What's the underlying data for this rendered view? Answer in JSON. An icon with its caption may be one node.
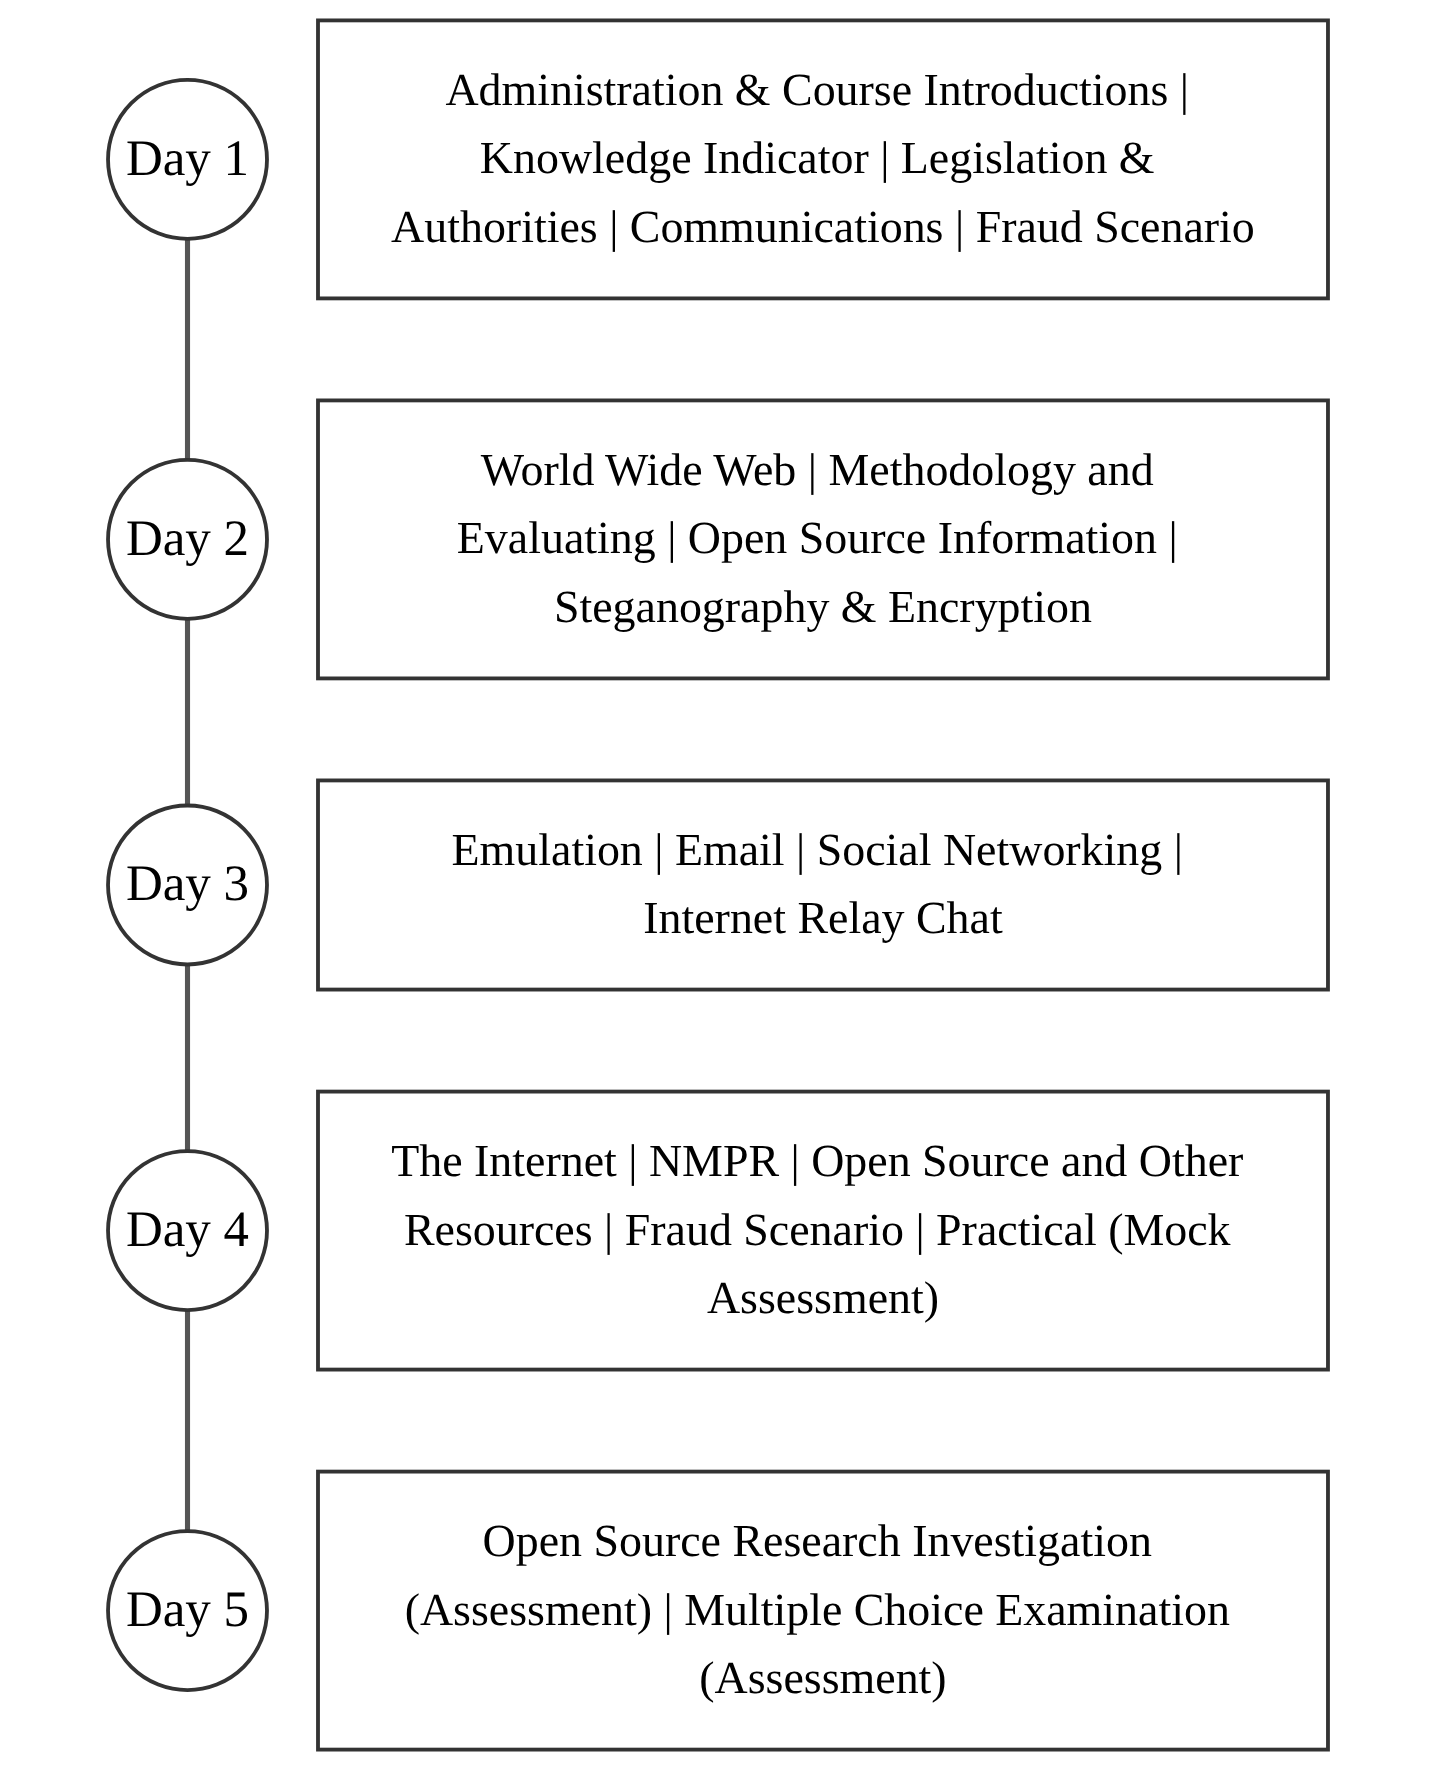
{
  "diagram": {
    "nodes": [
      {
        "text": [
          "Day 1"
        ]
      },
      {
        "text": [
          "Administration & Course Introductions | Knowledge Indicator | Legislation & Authorities | Communications | Fraud Scenario"
        ]
      },
      {
        "text": [
          "Day 2"
        ]
      },
      {
        "text": [
          "World Wide Web | Methodology and Evaluating | Open Source Information | Steganography & Encryption"
        ]
      },
      {
        "text": [
          "Day 3"
        ]
      },
      {
        "text": [
          "Emulation | Email | Social Networking | Internet Relay Chat"
        ]
      },
      {
        "text": [
          "Day 4"
        ]
      },
      {
        "text": [
          "The Internet | NMPR | Open Source and Other Resources | Fraud Scenario | Practical (Mock Assessment)"
        ]
      },
      {
        "text": [
          "Day 5"
        ]
      },
      {
        "text": [
          "Open Source Research Investigation (Assessment) | Multiple Choice Examination (Assessment)"
        ]
      }
    ],
    "edges": [
      {
        "from": 0,
        "to": 2,
        "arrow": "none"
      },
      {
        "from": 2,
        "to": 4,
        "arrow": "none"
      },
      {
        "from": 4,
        "to": 6,
        "arrow": "none"
      },
      {
        "from": 6,
        "to": 8,
        "arrow": "none"
      }
    ]
  }
}
